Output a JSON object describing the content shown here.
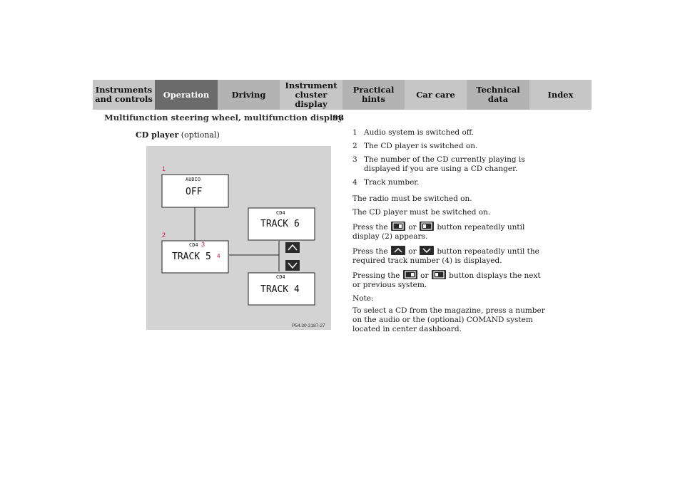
{
  "nav": {
    "tabs": [
      {
        "label": "Instruments\nand controls",
        "active": false
      },
      {
        "label": "Operation",
        "active": true
      },
      {
        "label": "Driving",
        "active": false
      },
      {
        "label": "Instrument\ncluster display",
        "active": false
      },
      {
        "label": "Practical hints",
        "active": false
      },
      {
        "label": "Car care",
        "active": false
      },
      {
        "label": "Technical\ndata",
        "active": false
      },
      {
        "label": "Index",
        "active": false
      }
    ]
  },
  "header": {
    "title": "Multifunction steering wheel, multifunction display",
    "page_number": "98"
  },
  "section": {
    "title_bold": "CD player",
    "title_rest": " (optional)"
  },
  "figure": {
    "callouts": [
      "1",
      "2",
      "3",
      "4"
    ],
    "display_audio": {
      "top": "AUDIO",
      "main": "OFF"
    },
    "display_current": {
      "top": "CD4",
      "main": "TRACK 5"
    },
    "display_next": {
      "top": "CD4",
      "main": "TRACK 6"
    },
    "display_prev": {
      "top": "CD4",
      "main": "TRACK 4"
    },
    "code": "P54.30-2187-27",
    "callout_color": "#c2185b"
  },
  "legend": [
    {
      "num": "1",
      "text": "Audio system is switched off."
    },
    {
      "num": "2",
      "text": "The CD player is switched on."
    },
    {
      "num": "3",
      "text": "The number of the CD currently playing is displayed if you are using a CD changer."
    },
    {
      "num": "4",
      "text": "Track number."
    }
  ],
  "body": {
    "p1": "The radio must be switched on.",
    "p2": "The CD player must be switched on.",
    "p3_a": "Press the ",
    "p3_or": " or ",
    "p3_b": " button repeatedly until display (2) appears.",
    "p4_a": "Press the ",
    "p4_or": " or ",
    "p4_b": " button repeatedly until the required track number (4) is displayed.",
    "p5_a": "Pressing the ",
    "p5_or": " or ",
    "p5_b": " button displays the next or previous system.",
    "note_label": "Note:",
    "note": "To select a CD from the magazine, press a number on the audio or the (optional) COMAND system located in center dashboard."
  }
}
